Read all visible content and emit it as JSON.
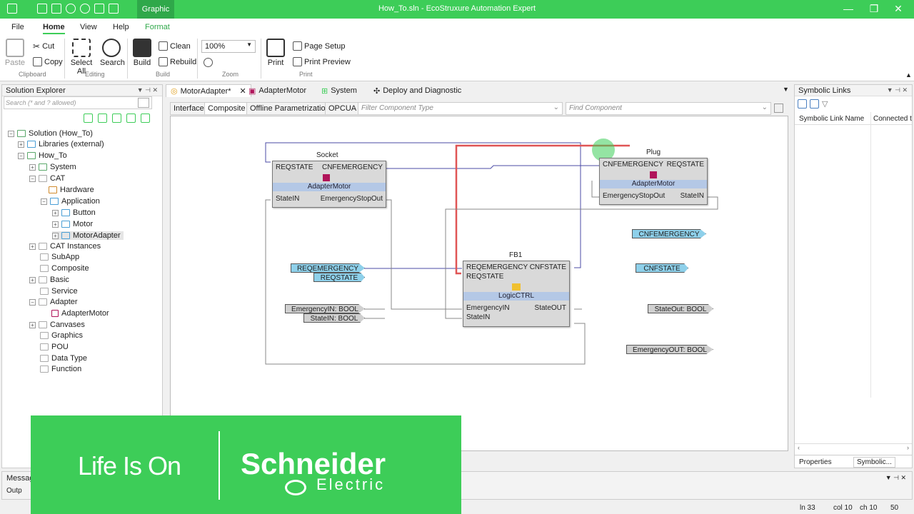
{
  "window": {
    "title": "How_To.sln - EcoStruxure Automation Expert",
    "context_tab": "Graphic"
  },
  "ribbon": {
    "tabs": [
      "File",
      "Home",
      "View",
      "Help",
      "Format"
    ],
    "clipboard": {
      "paste": "Paste",
      "cut": "Cut",
      "copy": "Copy",
      "group": "Clipboard"
    },
    "editing": {
      "select_all": "Select All",
      "search": "Search",
      "group": "Editing"
    },
    "build": {
      "build": "Build",
      "clean": "Clean",
      "rebuild": "Rebuild",
      "group": "Build"
    },
    "zoom": {
      "value": "100%",
      "group": "Zoom"
    },
    "print": {
      "print": "Print",
      "page_setup": "Page Setup",
      "print_preview": "Print Preview",
      "group": "Print"
    }
  },
  "solution_explorer": {
    "title": "Solution Explorer",
    "search_placeholder": "Search (* and ? allowed)",
    "items": [
      {
        "label": "Solution  (How_To)"
      },
      {
        "label": "Libraries (external)"
      },
      {
        "label": "How_To"
      },
      {
        "label": "System"
      },
      {
        "label": "CAT"
      },
      {
        "label": "Hardware"
      },
      {
        "label": "Application"
      },
      {
        "label": "Button"
      },
      {
        "label": "Motor"
      },
      {
        "label": "MotorAdapter"
      },
      {
        "label": "CAT Instances"
      },
      {
        "label": "SubApp"
      },
      {
        "label": "Composite"
      },
      {
        "label": "Basic"
      },
      {
        "label": "Service"
      },
      {
        "label": "Adapter"
      },
      {
        "label": "AdapterMotor"
      },
      {
        "label": "Canvases"
      },
      {
        "label": "Graphics"
      },
      {
        "label": "POU"
      },
      {
        "label": "Data Type"
      },
      {
        "label": "Function"
      }
    ]
  },
  "editor": {
    "doc_tabs": [
      "MotorAdapter*",
      "AdapterMotor",
      "System",
      "Deploy and Diagnostic"
    ],
    "sub_tabs": [
      "Interface",
      "Composite",
      "Offline Parametrization",
      "OPCUA"
    ],
    "filter_placeholder": "Filter Component Type",
    "find_placeholder": "Find Component"
  },
  "diagram": {
    "socket": {
      "name": "Socket",
      "type": "AdapterMotor",
      "pin_reqstate": "REQSTATE",
      "pin_cnfemergency": "CNFEMERGENCY",
      "pin_statein": "StateIN",
      "pin_emergencystopout": "EmergencyStopOut"
    },
    "plug": {
      "name": "Plug",
      "type": "AdapterMotor",
      "pin_cnfemergency": "CNFEMERGENCY",
      "pin_reqstate": "REQSTATE",
      "pin_emergencystopout": "EmergencyStopOut",
      "pin_statein": "StateIN"
    },
    "fb1": {
      "name": "FB1",
      "type": "LogicCTRL",
      "pin_reqemergency": "REQEMERGENCY",
      "pin_reqstate": "REQSTATE",
      "pin_cnfstate": "CNFSTATE",
      "pin_emergencyin": "EmergencyIN",
      "pin_statein": "StateIN",
      "pin_stateout": "StateOUT"
    },
    "inputs": [
      "REQEMERGENCY",
      "REQSTATE",
      "EmergencyIN: BOOL",
      "StateIN: BOOL"
    ],
    "outputs": [
      "CNFEMERGENCY",
      "CNFSTATE",
      "StateOut: BOOL",
      "EmergencyOUT: BOOL"
    ]
  },
  "symbolic_links": {
    "title": "Symbolic Links",
    "col1": "Symbolic Link Name",
    "col2": "Connected t",
    "tab_properties": "Properties",
    "tab_symbolic": "Symbolic..."
  },
  "messages": {
    "title": "Messag",
    "output": "Outp"
  },
  "status": {
    "ln": "ln 33",
    "col": "col 10",
    "ch": "ch 10",
    "num": "50"
  },
  "banner": {
    "slogan": "Life Is On",
    "brand": "Schneider",
    "brand_sub": "Electric"
  }
}
